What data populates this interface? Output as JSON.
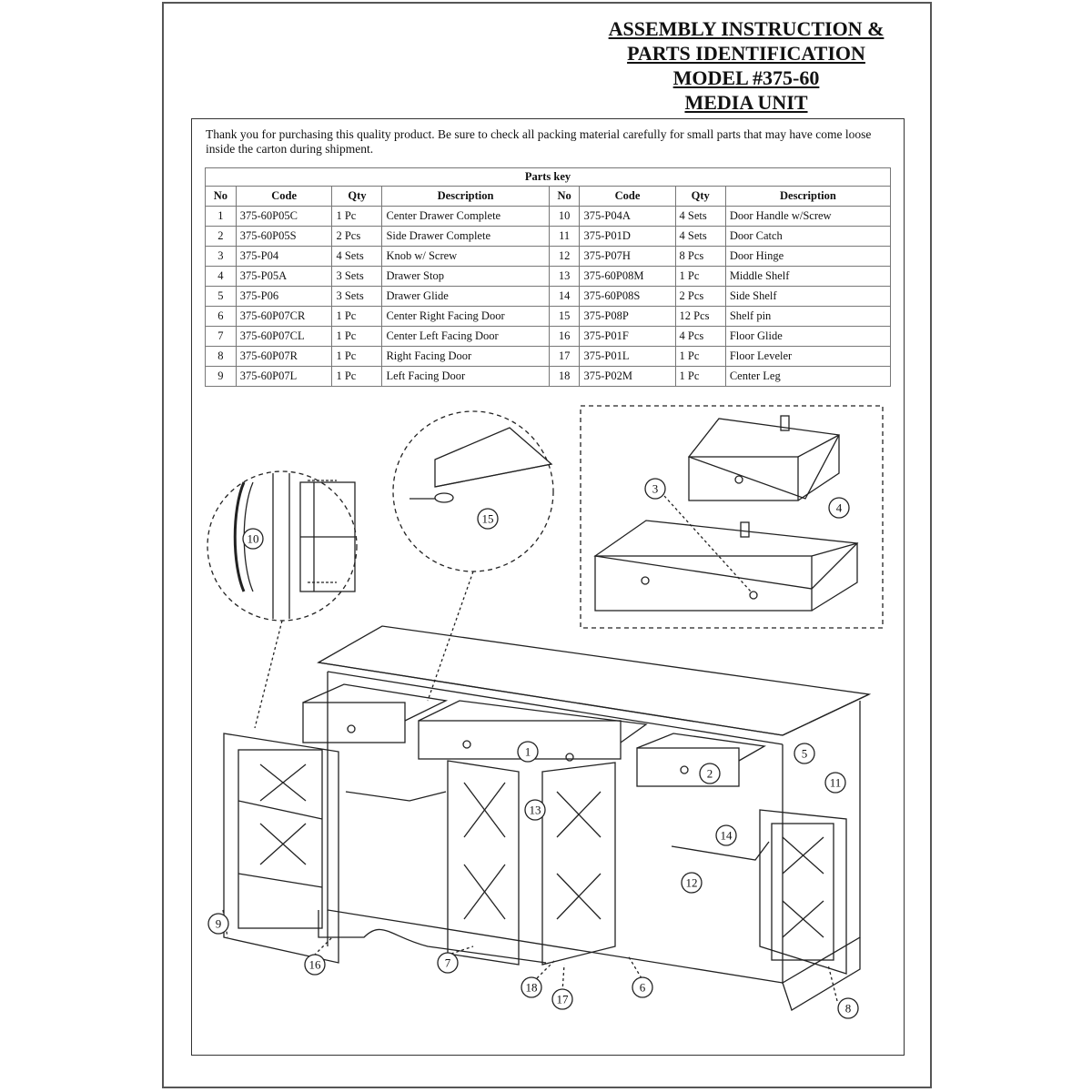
{
  "title": {
    "line1": "ASSEMBLY INSTRUCTION &",
    "line2": "PARTS IDENTIFICATION",
    "line3": "MODEL #375-60",
    "line4": "MEDIA UNIT"
  },
  "intro": "Thank you for purchasing this quality product. Be sure to check all packing material carefully for small parts that may have come loose inside the carton during shipment.",
  "parts_key": {
    "caption": "Parts key",
    "headers": [
      "No",
      "Code",
      "Qty",
      "Description",
      "No",
      "Code",
      "Qty",
      "Description"
    ],
    "rows": [
      {
        "no": "1",
        "code": "375-60P05C",
        "qty": "1 Pc",
        "desc": "Center Drawer Complete",
        "no2": "10",
        "code2": "375-P04A",
        "qty2": "4 Sets",
        "desc2": "Door Handle w/Screw"
      },
      {
        "no": "2",
        "code": "375-60P05S",
        "qty": "2 Pcs",
        "desc": "Side Drawer Complete",
        "no2": "11",
        "code2": "375-P01D",
        "qty2": "4 Sets",
        "desc2": "Door Catch"
      },
      {
        "no": "3",
        "code": "375-P04",
        "qty": "4 Sets",
        "desc": "Knob  w/ Screw",
        "no2": "12",
        "code2": "375-P07H",
        "qty2": "8 Pcs",
        "desc2": "Door Hinge"
      },
      {
        "no": "4",
        "code": "375-P05A",
        "qty": "3 Sets",
        "desc": "Drawer Stop",
        "no2": "13",
        "code2": "375-60P08M",
        "qty2": "1 Pc",
        "desc2": "Middle Shelf"
      },
      {
        "no": "5",
        "code": "375-P06",
        "qty": "3 Sets",
        "desc": "Drawer Glide",
        "no2": "14",
        "code2": "375-60P08S",
        "qty2": "2 Pcs",
        "desc2": "Side Shelf"
      },
      {
        "no": "6",
        "code": "375-60P07CR",
        "qty": "1 Pc",
        "desc": "Center Right Facing Door",
        "no2": "15",
        "code2": "375-P08P",
        "qty2": "12 Pcs",
        "desc2": "Shelf pin"
      },
      {
        "no": "7",
        "code": "375-60P07CL",
        "qty": "1 Pc",
        "desc": "Center Left Facing Door",
        "no2": "16",
        "code2": "375-P01F",
        "qty2": "4 Pcs",
        "desc2": "Floor Glide"
      },
      {
        "no": "8",
        "code": "375-60P07R",
        "qty": "1 Pc",
        "desc": "Right Facing Door",
        "no2": "17",
        "code2": "375-P01L",
        "qty2": "1 Pc",
        "desc2": "Floor Leveler"
      },
      {
        "no": "9",
        "code": "375-60P07L",
        "qty": "1 Pc",
        "desc": "Left Facing Door",
        "no2": "18",
        "code2": "375-P02M",
        "qty2": "1 Pc",
        "desc2": "Center Leg"
      }
    ]
  },
  "callouts": {
    "c1": "1",
    "c2": "2",
    "c3": "3",
    "c4": "4",
    "c5": "5",
    "c6": "6",
    "c7": "7",
    "c8": "8",
    "c9": "9",
    "c10": "10",
    "c11": "11",
    "c12": "12",
    "c13": "13",
    "c14": "14",
    "c15": "15",
    "c16": "16",
    "c17": "17",
    "c18": "18"
  }
}
